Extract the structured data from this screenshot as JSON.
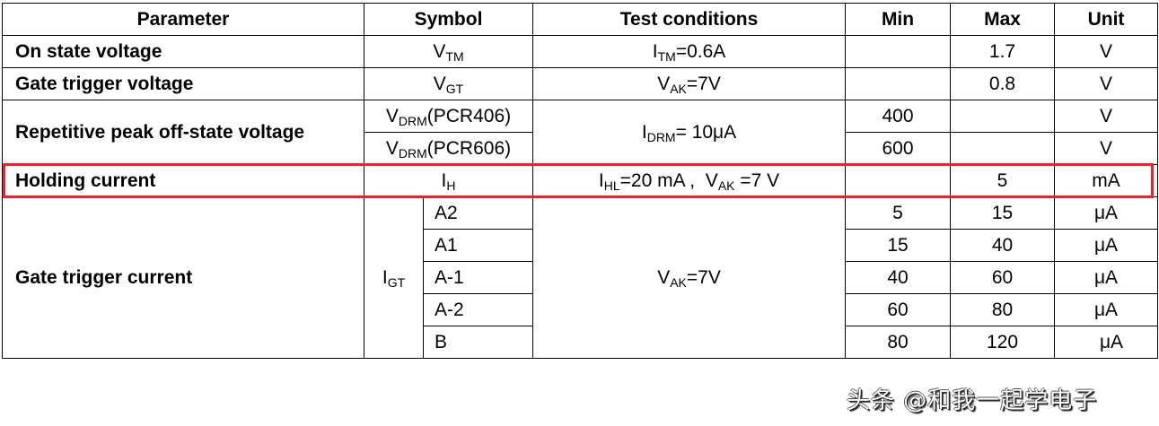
{
  "headers": {
    "parameter": "Parameter",
    "symbol": "Symbol",
    "conditions": "Test  conditions",
    "min": "Min",
    "max": "Max",
    "unit": "Unit"
  },
  "rows": {
    "on_state": {
      "param": "On state voltage",
      "sym": "V",
      "sym_sub": "TM",
      "cond": "I",
      "cond_sub": "TM",
      "cond_rest": "=0.6A",
      "min": "",
      "max": "1.7",
      "unit": "V"
    },
    "gate_v": {
      "param": "Gate trigger voltage",
      "sym": "V",
      "sym_sub": "GT",
      "cond": "V",
      "cond_sub": "AK",
      "cond_rest": "=7V",
      "min": "",
      "max": "0.8",
      "unit": "V"
    },
    "rep": {
      "param": "Repetitive peak off-state voltage",
      "cond": "I",
      "cond_sub": "DRM",
      "cond_rest": "= 10μA",
      "a": {
        "sym": "V",
        "sym_sub": "DRM",
        "sym_rest": "(PCR406)",
        "min": "400",
        "max": "",
        "unit": "V"
      },
      "b": {
        "sym": "V",
        "sym_sub": "DRM",
        "sym_rest": "(PCR606)",
        "min": "600",
        "max": "",
        "unit": "V"
      }
    },
    "holding": {
      "param": "Holding current",
      "sym": "I",
      "sym_sub": "H",
      "c1": "I",
      "c1_sub": "HL",
      "c1_rest": "=20 mA ,  ",
      "c2": "V",
      "c2_sub": "AK",
      "c2_rest": " =7 V",
      "min": "",
      "max": "5",
      "unit": "mA"
    },
    "gate_i": {
      "param": "Gate trigger current",
      "sym": "I",
      "sym_sub": "GT",
      "cond": "V",
      "cond_sub": "AK",
      "cond_rest": "=7V",
      "grades": [
        {
          "grade": "A2",
          "min": "5",
          "max": "15",
          "unit": "μA"
        },
        {
          "grade": "A1",
          "min": "15",
          "max": "40",
          "unit": "μA"
        },
        {
          "grade": "A-1",
          "min": "40",
          "max": "60",
          "unit": "μA"
        },
        {
          "grade": "A-2",
          "min": "60",
          "max": "80",
          "unit": "μA"
        },
        {
          "grade": "B",
          "min": "80",
          "max": "120",
          "unit": "μA"
        }
      ]
    }
  },
  "highlight_color": "#e8232b",
  "watermark": "头条 @和我一起学电子"
}
